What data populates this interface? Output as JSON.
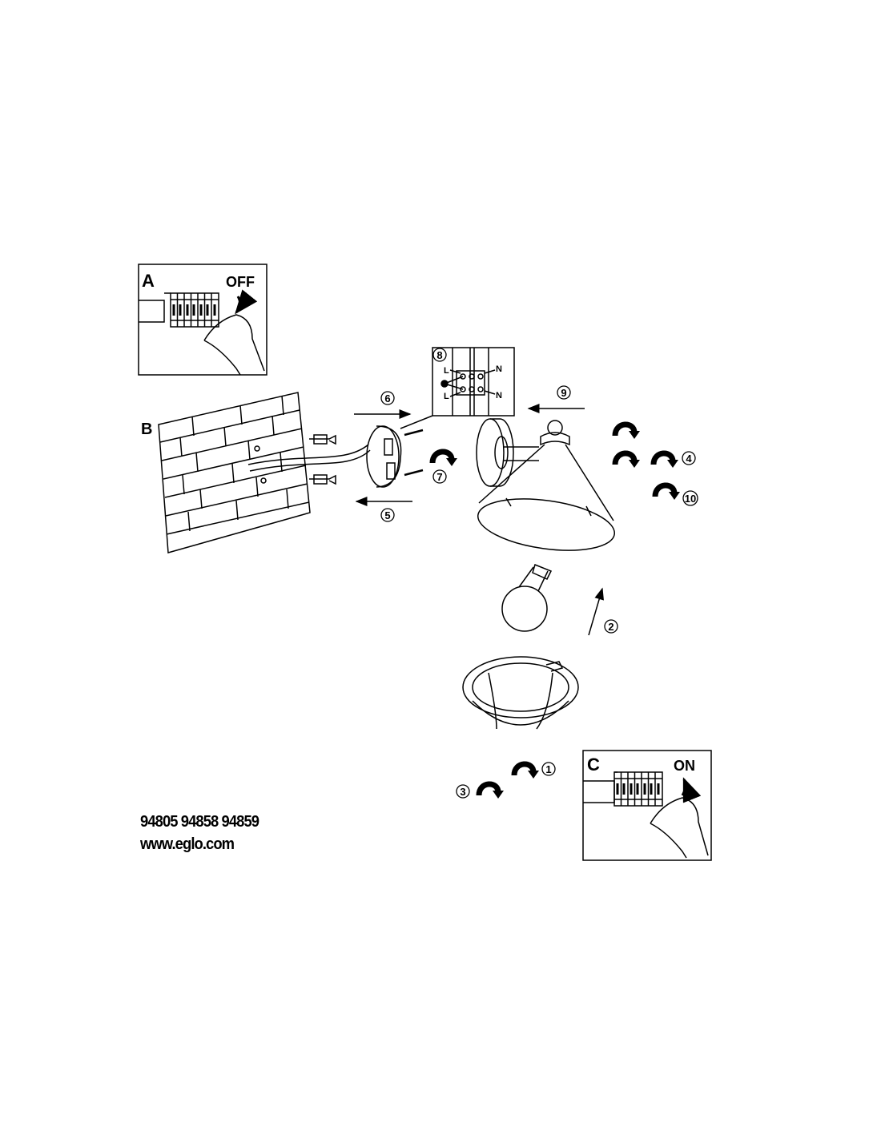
{
  "panels": {
    "a": {
      "letter": "A",
      "state": "OFF"
    },
    "b": {
      "letter": "B"
    },
    "c": {
      "letter": "C",
      "state": "ON"
    }
  },
  "wiring": {
    "live_top": "L",
    "live_bottom": "L",
    "neutral_top": "N",
    "neutral_bottom": "N"
  },
  "steps": [
    "1",
    "2",
    "3",
    "4",
    "5",
    "6",
    "7",
    "8",
    "9",
    "10"
  ],
  "footer": {
    "models": "94805 94858 94859",
    "website": "www.eglo.com"
  }
}
